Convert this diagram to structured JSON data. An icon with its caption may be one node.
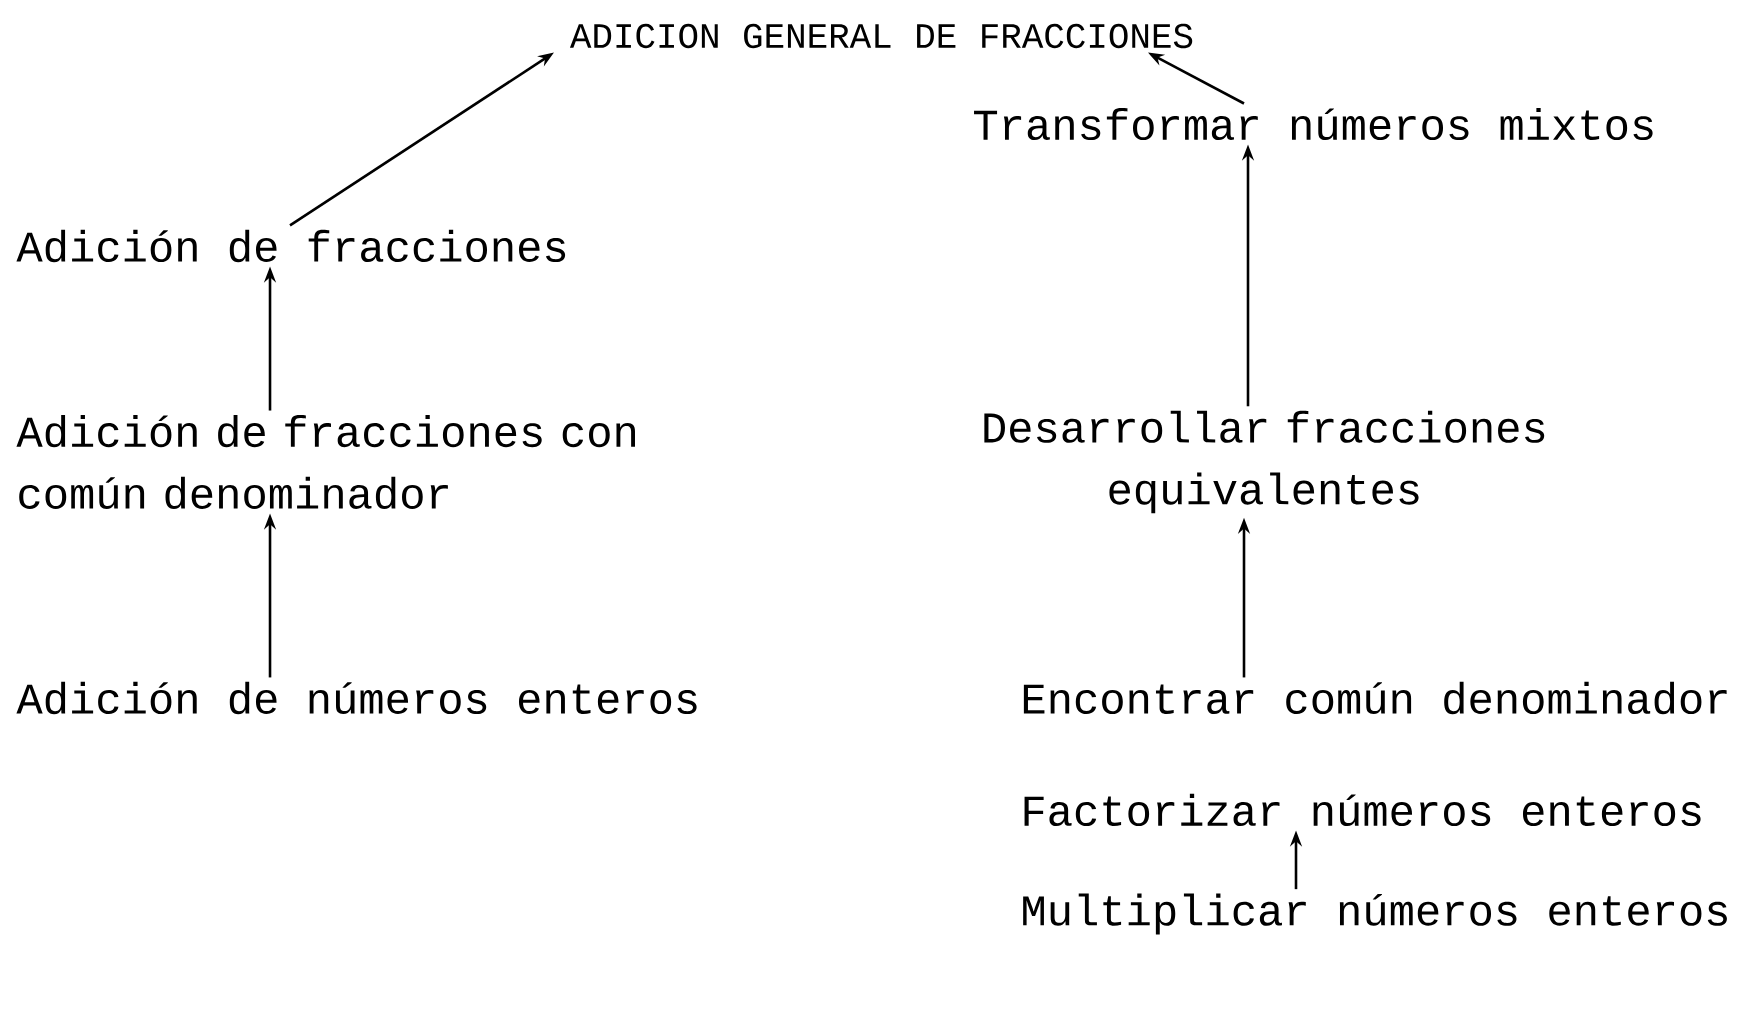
{
  "diagram": {
    "nodes": [
      {
        "text": [
          "ADICION GENERAL DE FRACCIONES"
        ]
      },
      {
        "text": [
          "Transformar números mixtos"
        ]
      },
      {
        "text": [
          "Adición de fracciones"
        ]
      },
      {
        "text": [
          "Desarrollar fracciones equivalentes"
        ]
      },
      {
        "text": [
          "Adición de fracciones con común denominador"
        ]
      },
      {
        "text": [
          "Adición de números enteros"
        ]
      },
      {
        "text": [
          "Encontrar común denominador"
        ]
      },
      {
        "text": [
          "Factorizar números enteros"
        ]
      },
      {
        "text": [
          "Multiplicar números enteros"
        ]
      }
    ],
    "edges": [
      {
        "from": 2,
        "to": 0,
        "arrow": "to"
      },
      {
        "from": 1,
        "to": 0,
        "arrow": "to"
      },
      {
        "from": 3,
        "to": 1,
        "arrow": "to"
      },
      {
        "from": 4,
        "to": 2,
        "arrow": "to"
      },
      {
        "from": 5,
        "to": 4,
        "arrow": "to"
      },
      {
        "from": 6,
        "to": 3,
        "arrow": "to"
      },
      {
        "from": 8,
        "to": 7,
        "arrow": "to"
      }
    ]
  }
}
